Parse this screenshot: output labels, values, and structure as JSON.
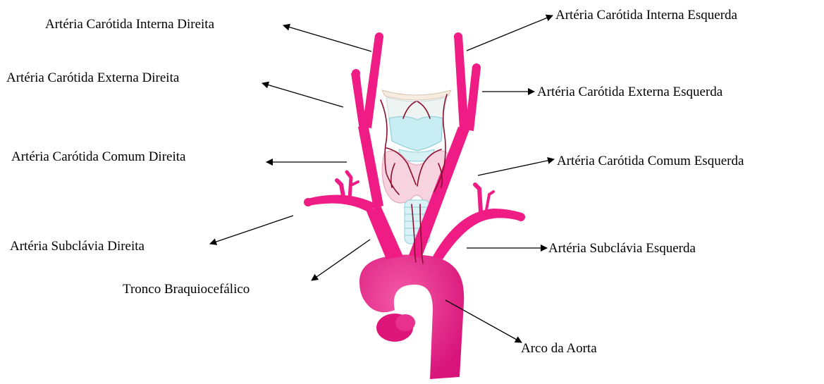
{
  "colors": {
    "artery": "#ee1c84",
    "artery_dark": "#c4106a",
    "cartilage": "#cfeef2",
    "thyroid": "#f6d2de",
    "vein": "#8b1030",
    "line": "#000000",
    "background": "#ffffff"
  },
  "labels": {
    "ica_right": "Artéria Carótida Interna Direita",
    "ica_left": "Artéria Carótida Interna Esquerda",
    "eca_right": "Artéria Carótida Externa Direita",
    "eca_left": "Artéria Carótida Externa Esquerda",
    "cca_right": "Artéria Carótida Comum Direita",
    "cca_left": "Artéria Carótida Comum Esquerda",
    "subclavian_right": "Artéria Subclávia Direita",
    "subclavian_left": "Artéria Subclávia Esquerda",
    "brachiocephalic": "Tronco Braquiocefálico",
    "aortic_arch": "Arco da Aorta"
  }
}
